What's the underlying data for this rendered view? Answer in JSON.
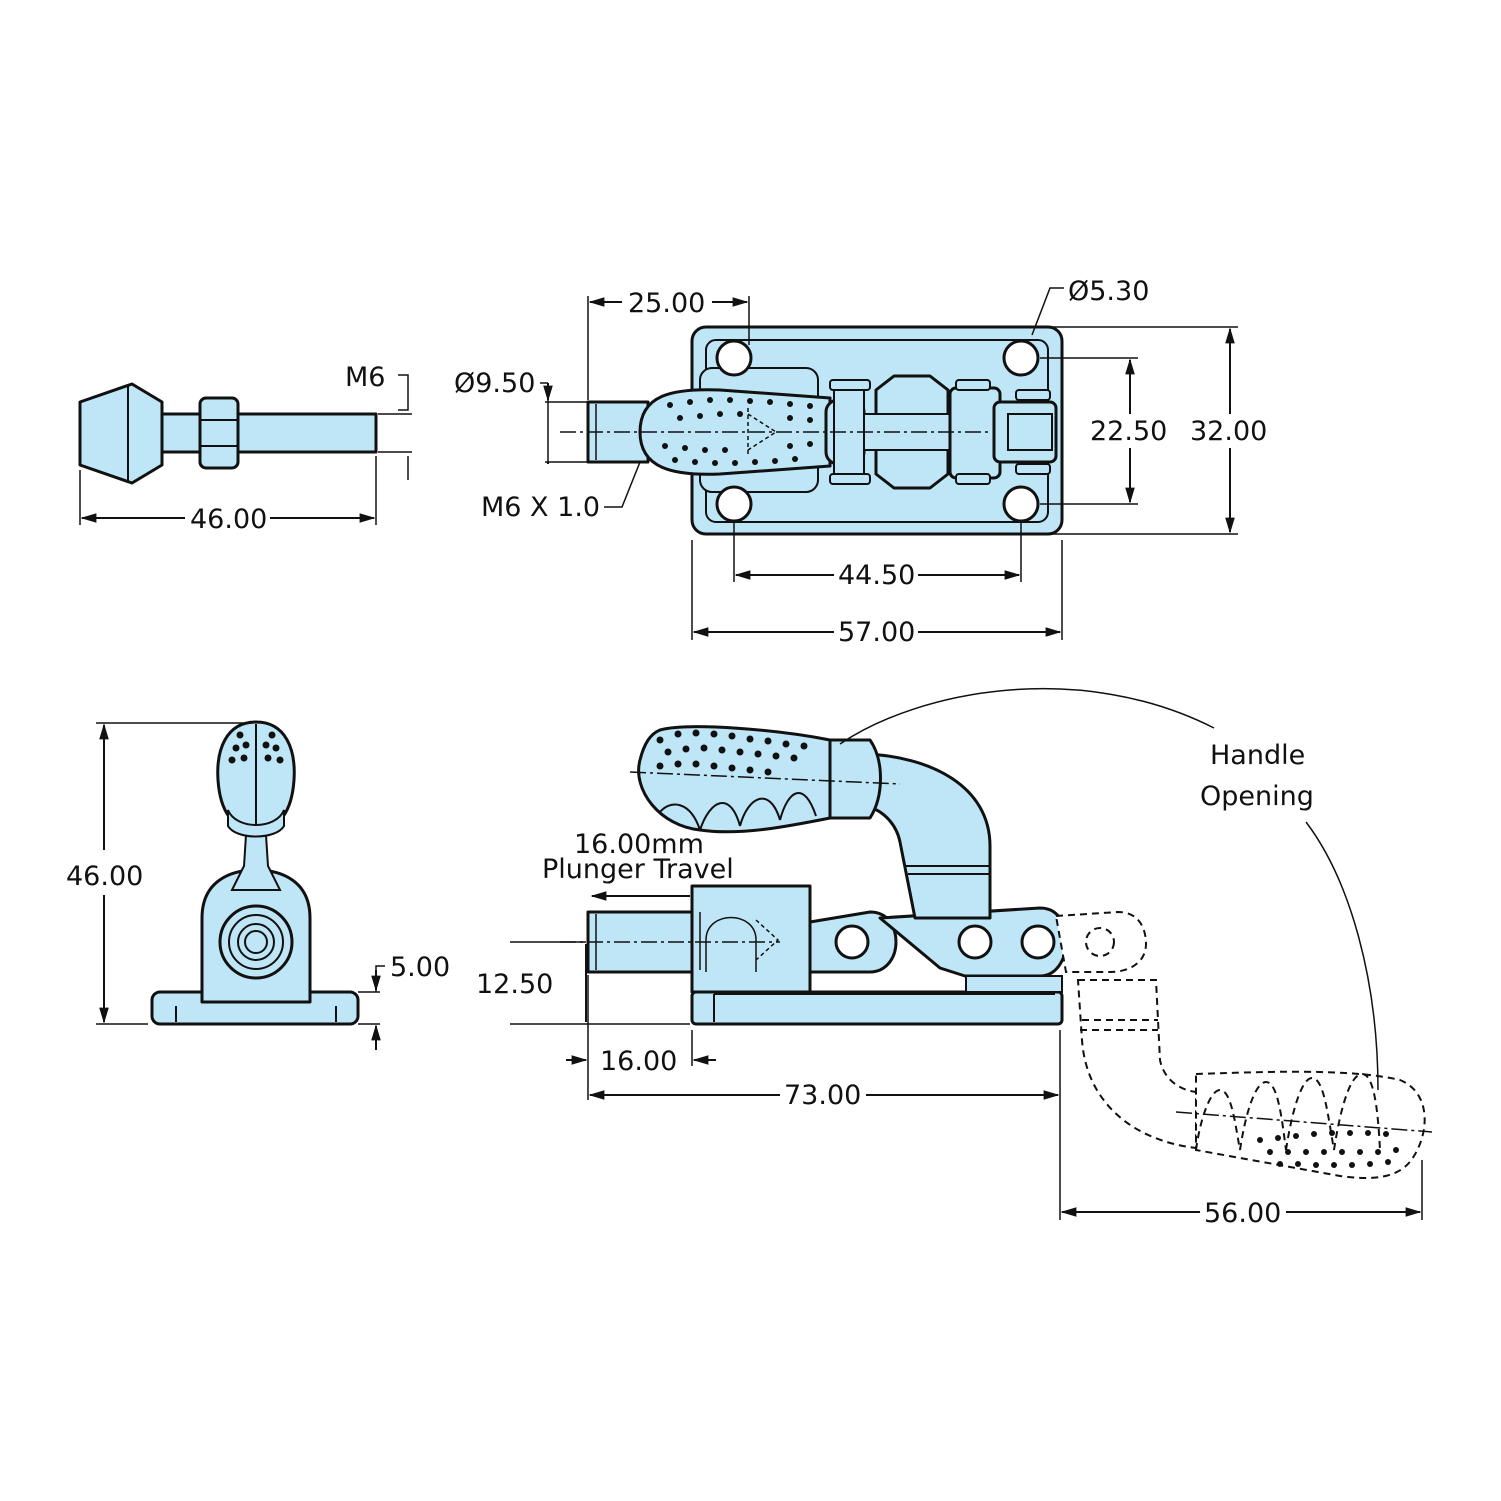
{
  "side_view": {
    "thread_label": "M6",
    "length": "46.00"
  },
  "top_view": {
    "plunger_offset": "25.00",
    "hole_diameter": "Ø5.30",
    "plunger_diameter": "Ø9.50",
    "thread_spec": "M6 X 1.0",
    "hole_spacing_width": "22.50",
    "base_width": "32.00",
    "hole_spacing_length": "44.50",
    "base_length": "57.00"
  },
  "end_view": {
    "height": "46.00",
    "base_thickness": "5.00"
  },
  "front_view": {
    "plunger_travel_value": "16.00mm",
    "plunger_travel_label": "Plunger Travel",
    "plunger_height": "12.50",
    "plunger_extension": "16.00",
    "overall_length": "73.00",
    "handle_opening_line1": "Handle",
    "handle_opening_line2": "Opening",
    "handle_reach": "56.00"
  }
}
